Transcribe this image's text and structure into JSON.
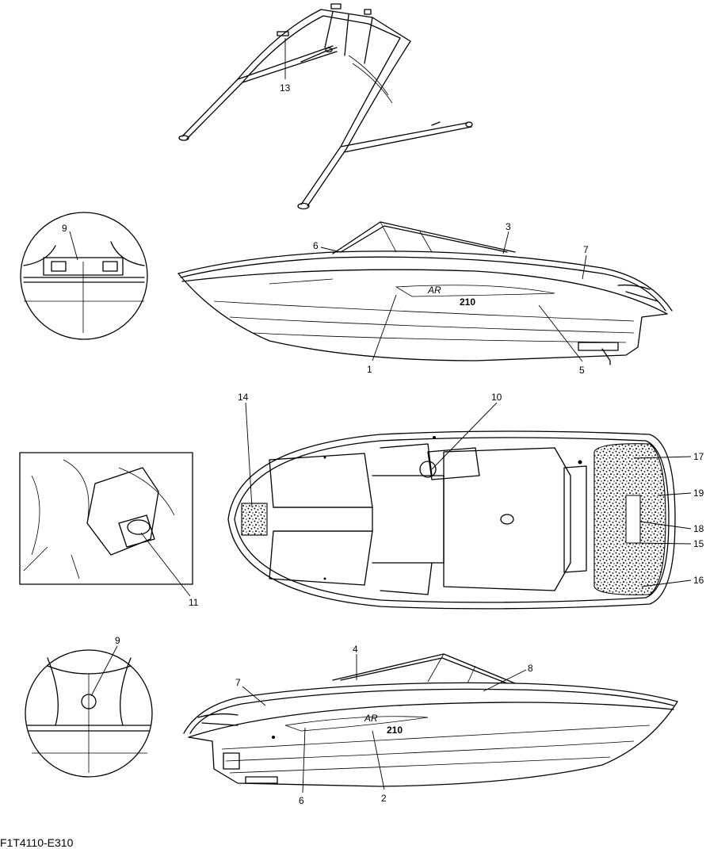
{
  "diagram_code": "F1T4110-E310",
  "callouts": {
    "c13": "13",
    "c9a": "9",
    "c6a": "6",
    "c3": "3",
    "c7a": "7",
    "c1": "1",
    "c5": "5",
    "c14": "14",
    "c10": "10",
    "c17": "17",
    "c19": "19",
    "c18": "18",
    "c15": "15",
    "c16": "16",
    "c11": "11",
    "c9b": "9",
    "c4": "4",
    "c8": "8",
    "c7b": "7",
    "c6b": "6",
    "c2": "2"
  },
  "hull_marks": {
    "model_top": "AR",
    "number_top": "210",
    "model_bottom": "AR",
    "number_bottom": "210"
  }
}
